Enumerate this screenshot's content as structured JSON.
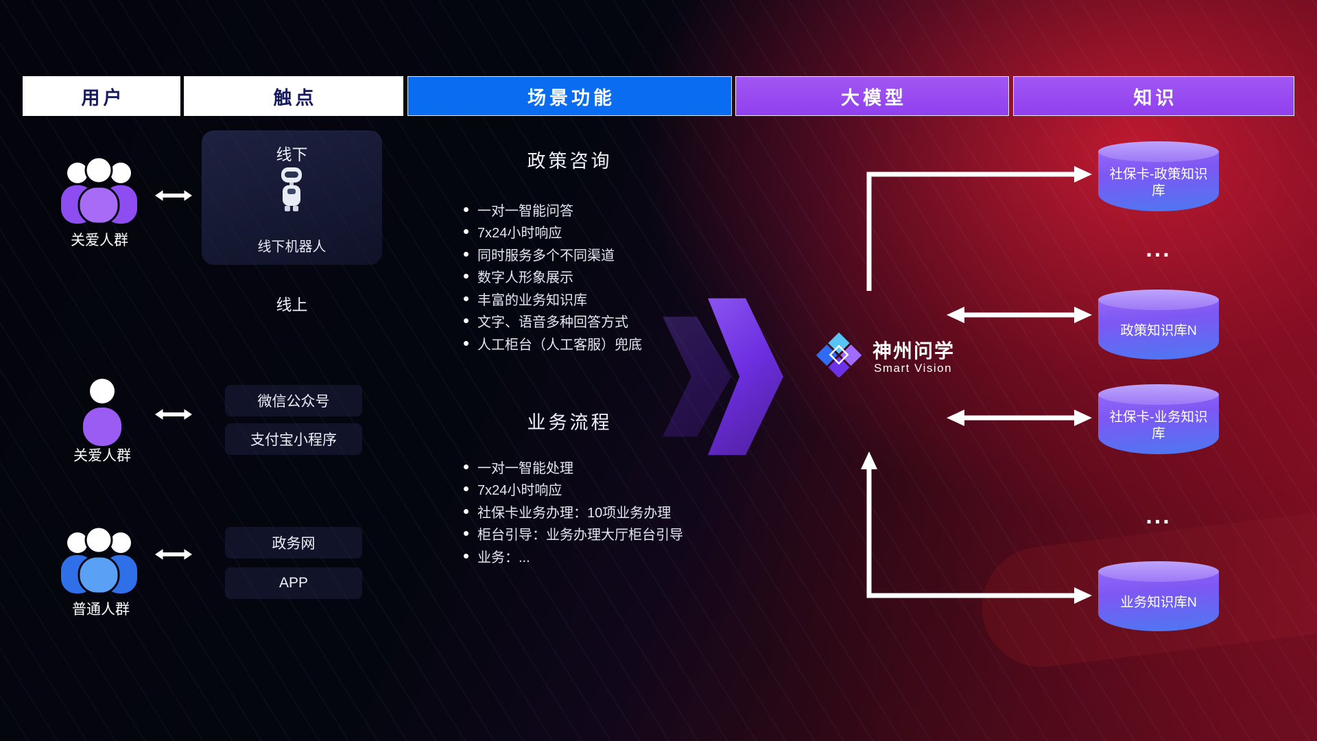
{
  "header": {
    "columns": [
      {
        "label": "用户"
      },
      {
        "label": "触点"
      },
      {
        "label": "场景功能"
      },
      {
        "label": "大模型"
      },
      {
        "label": "知识"
      }
    ]
  },
  "users": {
    "groups": [
      {
        "label": "关爱人群",
        "icon": "group-people-purple-icon"
      },
      {
        "label": "关爱人群",
        "icon": "single-person-purple-icon"
      },
      {
        "label": "普通人群",
        "icon": "group-people-blue-icon"
      }
    ]
  },
  "touchpoints": {
    "offline": {
      "title": "线下",
      "caption": "线下机器人",
      "icon": "robot-icon"
    },
    "online_label": "线上",
    "channels": [
      "微信公众号",
      "支付宝小程序",
      "政务网",
      "APP"
    ]
  },
  "scenarios": [
    {
      "title": "政策咨询",
      "items": [
        "一对一智能问答",
        "7x24小时响应",
        "同时服务多个不同渠道",
        "数字人形象展示",
        "丰富的业务知识库",
        "文字、语音多种回答方式",
        "人工柜台（人工客服）兜底"
      ]
    },
    {
      "title": "业务流程",
      "items": [
        "一对一智能处理",
        "7x24小时响应",
        "社保卡业务办理：10项业务办理",
        "柜台引导：业务办理大厅柜台引导",
        "业务：..."
      ]
    }
  ],
  "model": {
    "name": "神州问学",
    "subtitle": "Smart Vision",
    "icon": "diamond-logo-icon"
  },
  "knowledge": {
    "databases": [
      "社保卡-政策知识库",
      "政策知识库N",
      "社保卡-业务知识库",
      "业务知识库N"
    ],
    "ellipsis": "..."
  },
  "colors": {
    "scene_blue": "#0a6cf0",
    "model_purple": "#9b4df0",
    "header_light_text": "#171a5e",
    "db_top": "#ab8cf9",
    "db_body_top": "#8b5ff6",
    "db_body_bottom": "#4b79f2",
    "big_arrow_purple": "#6d2fe0",
    "background_red": "#6f0f22",
    "connector_white": "#ffffff"
  }
}
